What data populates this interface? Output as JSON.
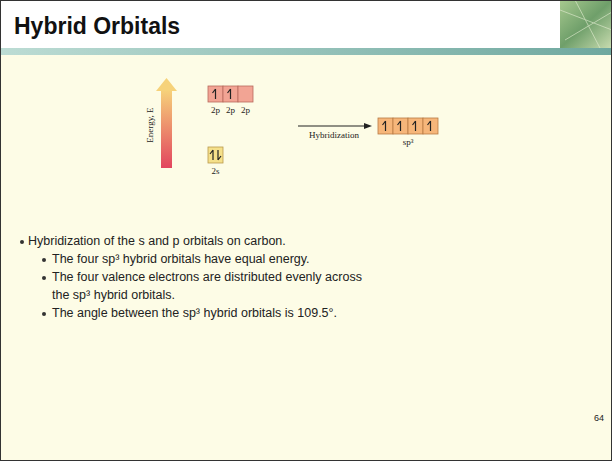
{
  "diagram": {
    "title": "Hybrid Orbitals",
    "labels": [
      "Energy, E",
      "2p",
      "2p",
      "2p",
      "2s",
      "Hybridization",
      "sp³",
      "Hybridization of the s and p orbitals on carbon.",
      "The four sp³ hybrid orbitals have equal energy.",
      "The four valence electrons are distributed evenly across the sp³ hybrid orbitals.",
      "The angle between the sp³ hybrid orbitals is 109.5°.",
      "64"
    ]
  }
}
